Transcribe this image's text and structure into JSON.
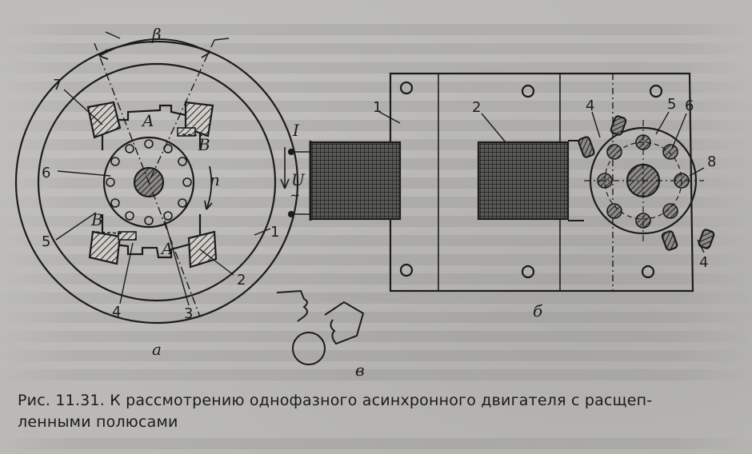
{
  "figure": {
    "labels": {
      "beta": "β",
      "n": "n",
      "A_top": "A",
      "A_bottom": "A",
      "B_top": "B",
      "B_bottom": "B",
      "I": "I",
      "U": "U",
      "U_tilde": "~",
      "a": "а",
      "b": "б",
      "v": "в"
    },
    "numbers_a": {
      "n7": "7",
      "n6": "6",
      "n5": "5",
      "n4": "4",
      "n3": "3",
      "n2": "2",
      "n1": "1"
    },
    "numbers_b": {
      "n1": "1",
      "n2": "2",
      "n4_top": "4",
      "n5": "5",
      "n6": "6",
      "n8": "8",
      "n4_bottom": "4"
    }
  },
  "caption": {
    "line1": "Рис. 11.31. К рассмотрению однофазного асинхронного двигателя с расщеп-",
    "line2": "ленными полюсами"
  }
}
